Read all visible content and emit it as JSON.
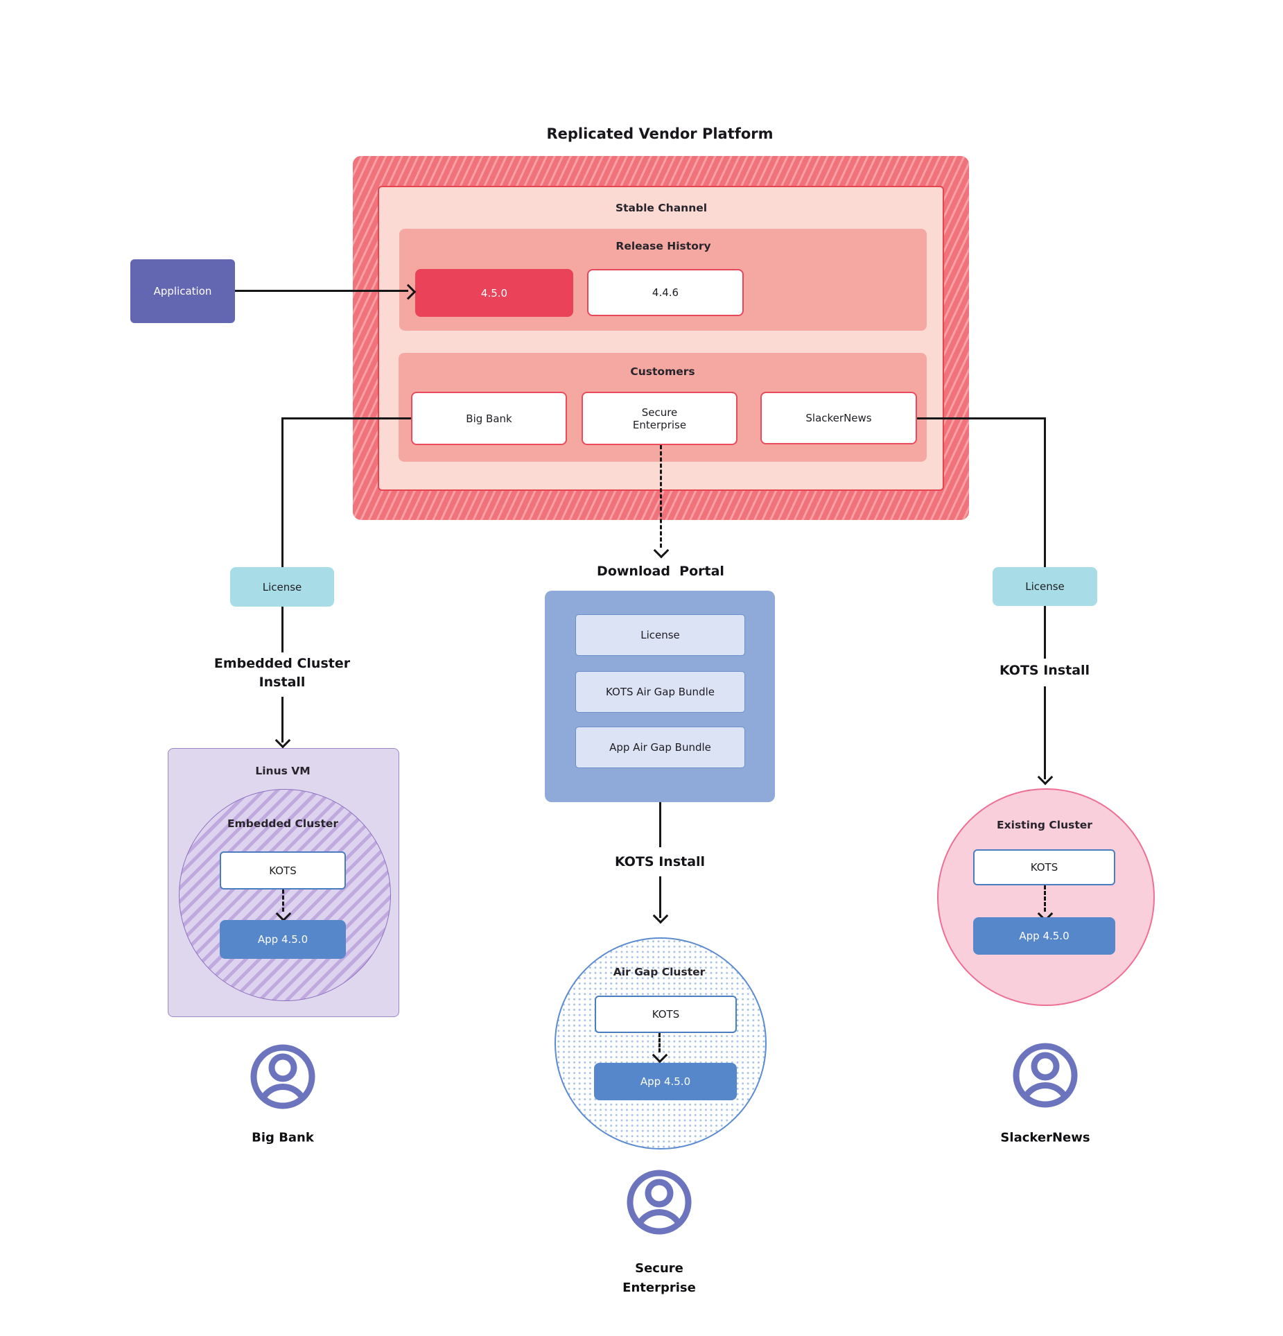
{
  "title": "Replicated Vendor Platform",
  "platform": {
    "stable_channel_label": "Stable Channel",
    "release_history": {
      "label": "Release History",
      "current_version": "4.5.0",
      "previous_version": "4.4.6"
    },
    "customers": {
      "label": "Customers",
      "items": [
        "Big Bank",
        "Secure Enterprise",
        "SlackerNews"
      ]
    }
  },
  "application_label": "Application",
  "flows": {
    "left": {
      "license_label": "License",
      "install_label": "Embedded Cluster Install"
    },
    "middle": {
      "portal_label": "Download  Portal",
      "portal_items": [
        "License",
        "KOTS Air Gap Bundle",
        "App Air Gap Bundle"
      ],
      "install_label": "KOTS Install"
    },
    "right": {
      "license_label": "License",
      "install_label": "KOTS Install"
    }
  },
  "clusters": {
    "embedded": {
      "vm_label": "Linus VM",
      "cluster_label": "Embedded Cluster",
      "kots_label": "KOTS",
      "app_label": "App 4.5.0",
      "user_label": "Big Bank"
    },
    "airgap": {
      "cluster_label": "Air Gap Cluster",
      "kots_label": "KOTS",
      "app_label": "App 4.5.0",
      "user_label": "Secure Enterprise"
    },
    "existing": {
      "cluster_label": "Existing Cluster",
      "kots_label": "KOTS",
      "app_label": "App 4.5.0",
      "user_label": "SlackerNews"
    }
  },
  "colors": {
    "hatch_red_base": "#f0737b",
    "hatch_red_stripe": "#f8a0a5",
    "stable_fill": "#fcdad4",
    "panel_salmon": "#f5a8a2",
    "release_highlight": "#ea4258",
    "application_purple": "#6367b2",
    "license_cyan": "#a8dde8",
    "portal_blue": "#8faad8",
    "portal_item_fill": "#dce3f5",
    "app_blue": "#5587ca",
    "vm_purple_fill": "#ded7ed",
    "existing_pink": "#f9cfdc",
    "user_icon_purple": "#6b74bd"
  }
}
